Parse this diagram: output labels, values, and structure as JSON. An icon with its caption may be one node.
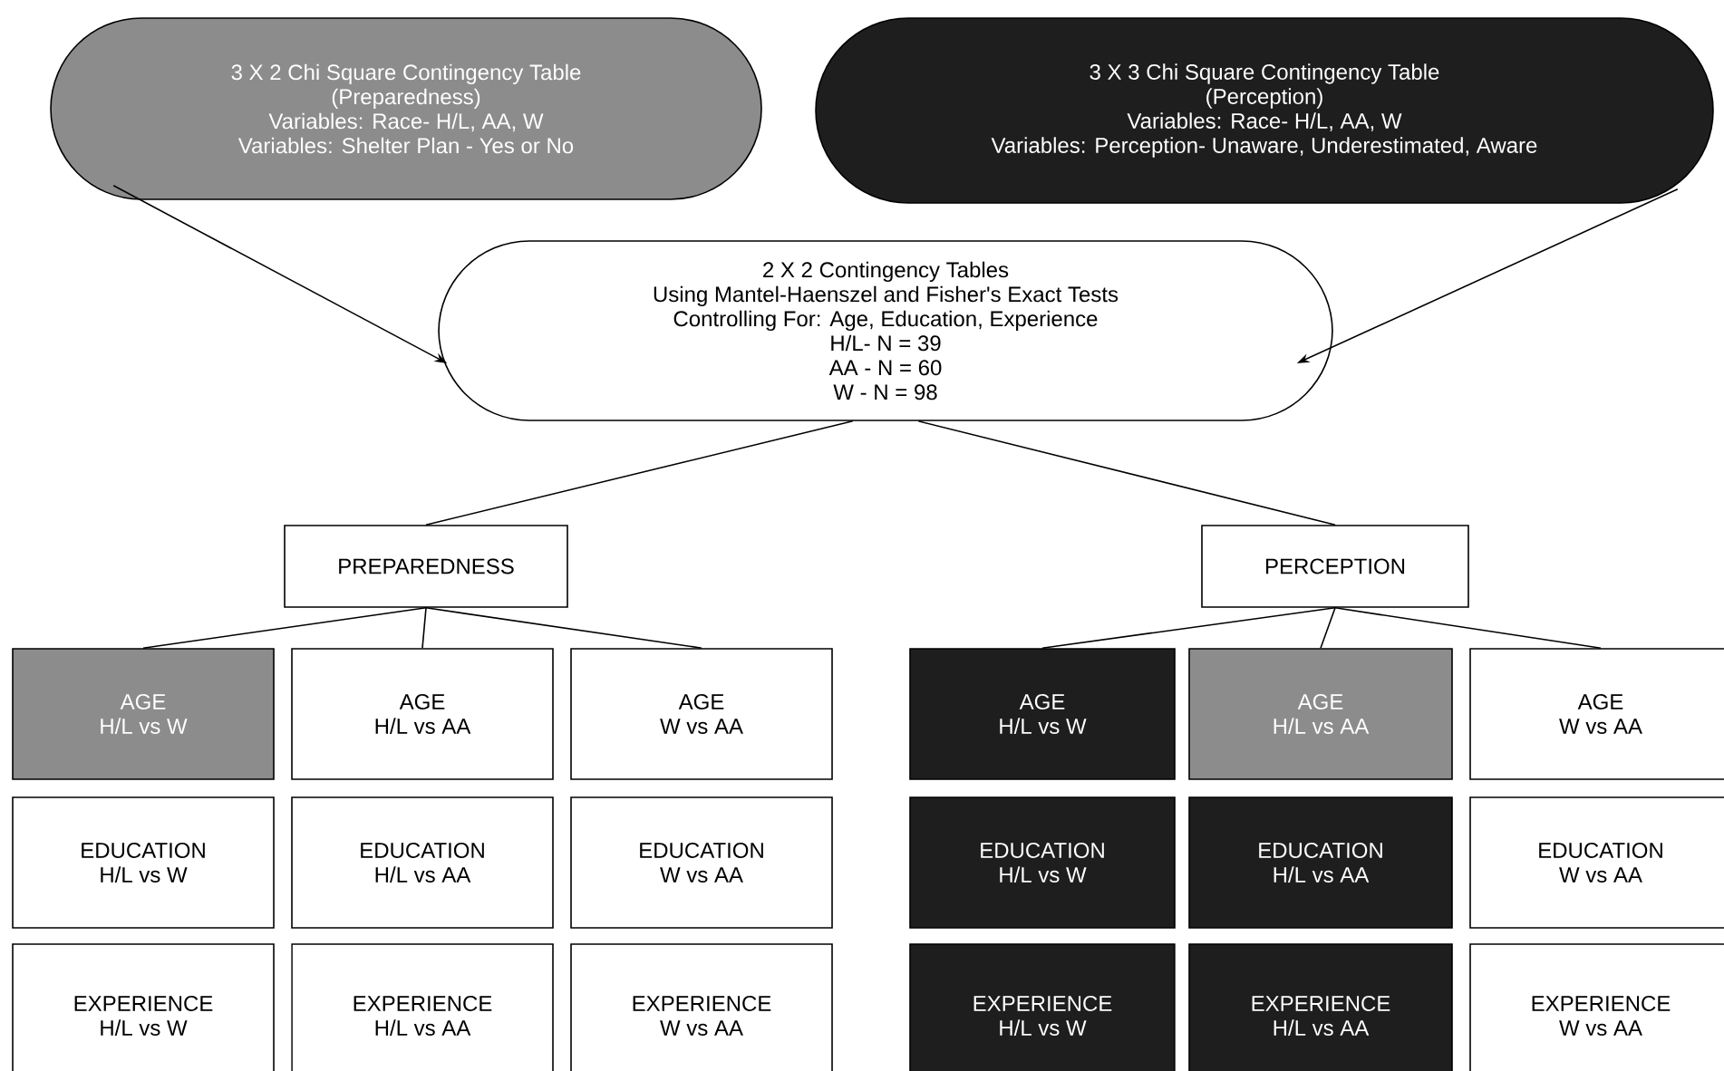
{
  "diagram": {
    "nodes": [
      {
        "text": [
          "3 X 2 Chi Square Contingency Table",
          "(Preparedness)",
          "Variables: Race- H/L, AA, W",
          "Variables: Shelter Plan - Yes or No"
        ]
      },
      {
        "text": [
          "3 X 3 Chi Square Contingency Table",
          "(Perception)",
          "Variables: Race- H/L, AA, W",
          "Variables: Perception- Unaware, Underestimated, Aware"
        ]
      },
      {
        "text": [
          "2 X 2 Contingency Tables",
          "Using Mantel-Haenszel and Fisher's Exact Tests",
          "Controlling For:  Age, Education, Experience",
          "H/L- N = 39",
          "AA - N = 60",
          "W - N = 98"
        ]
      },
      {
        "text": [
          "PREPAREDNESS"
        ]
      },
      {
        "text": [
          "PERCEPTION"
        ]
      },
      {
        "text": [
          "AGE",
          "H/L vs W"
        ]
      },
      {
        "text": [
          "AGE",
          "H/L vs AA"
        ]
      },
      {
        "text": [
          "AGE",
          "W vs AA"
        ]
      },
      {
        "text": [
          "AGE",
          "H/L vs W"
        ]
      },
      {
        "text": [
          "AGE",
          "H/L vs AA"
        ]
      },
      {
        "text": [
          "AGE",
          "W vs AA"
        ]
      },
      {
        "text": [
          "EDUCATION",
          "H/L vs W"
        ]
      },
      {
        "text": [
          "EDUCATION",
          "H/L vs AA"
        ]
      },
      {
        "text": [
          "EDUCATION",
          "W vs AA"
        ]
      },
      {
        "text": [
          "EDUCATION",
          "H/L vs W"
        ]
      },
      {
        "text": [
          "EDUCATION",
          "H/L vs AA"
        ]
      },
      {
        "text": [
          "EDUCATION",
          "W vs AA"
        ]
      },
      {
        "text": [
          "EXPERIENCE",
          "H/L vs W"
        ]
      },
      {
        "text": [
          "EXPERIENCE",
          "H/L vs AA"
        ]
      },
      {
        "text": [
          "EXPERIENCE",
          "W vs AA"
        ]
      },
      {
        "text": [
          "EXPERIENCE",
          "H/L vs W"
        ]
      },
      {
        "text": [
          "EXPERIENCE",
          "H/L vs AA"
        ]
      },
      {
        "text": [
          "EXPERIENCE",
          "W vs AA"
        ]
      }
    ],
    "edges": [
      {
        "from": 0,
        "to": 2,
        "arrow": "to"
      },
      {
        "from": 1,
        "to": 2,
        "arrow": "to"
      },
      {
        "from": 2,
        "to": 3,
        "arrow": "none"
      },
      {
        "from": 2,
        "to": 4,
        "arrow": "none"
      },
      {
        "from": 3,
        "to": 5,
        "arrow": "none"
      },
      {
        "from": 3,
        "to": 6,
        "arrow": "none"
      },
      {
        "from": 3,
        "to": 7,
        "arrow": "none"
      },
      {
        "from": 4,
        "to": 8,
        "arrow": "none"
      },
      {
        "from": 4,
        "to": 9,
        "arrow": "none"
      },
      {
        "from": 4,
        "to": 10,
        "arrow": "none"
      }
    ]
  }
}
